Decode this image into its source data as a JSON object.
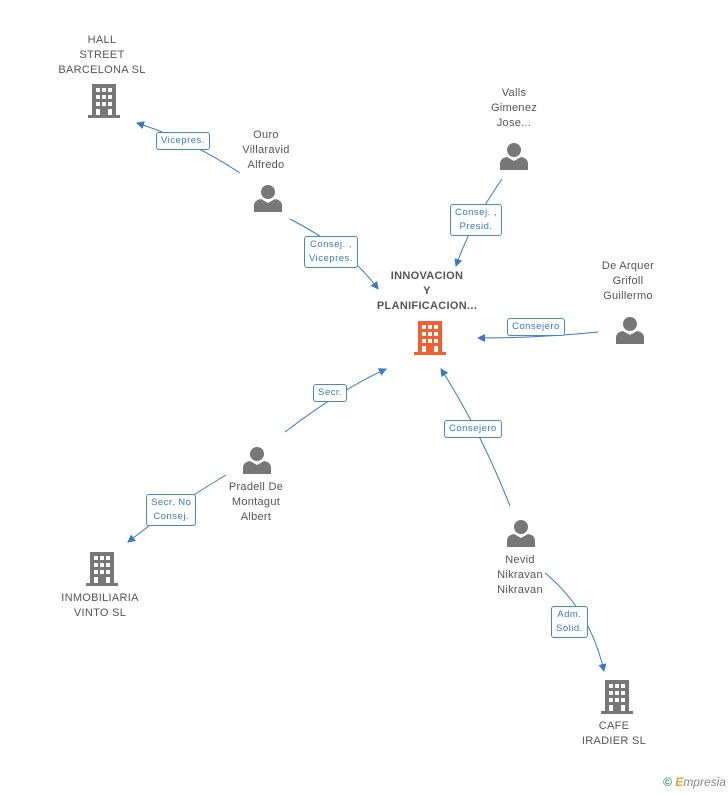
{
  "colors": {
    "edge": "#3a78c2",
    "person": "#777777",
    "company": "#777777",
    "center": "#f06030"
  },
  "nodes": {
    "hall_street": {
      "label": "HALL\nSTREET\nBARCELONA SL",
      "icon": "building-icon"
    },
    "ouro": {
      "label": "Ouro\nVillaravid\nAlfredo",
      "icon": "person-icon"
    },
    "valls": {
      "label": "Valls\nGimenez\nJose...",
      "icon": "person-icon"
    },
    "center": {
      "label": "INNOVACION\nY\nPLANIFICACION...",
      "icon": "building-icon"
    },
    "de_arquer": {
      "label": "De Arquer\nGrifoll\nGuillermo",
      "icon": "person-icon"
    },
    "pradell": {
      "label": "Pradell De\nMontagut\nAlbert",
      "icon": "person-icon"
    },
    "inmobiliaria": {
      "label": "INMOBILIARIA\nVINTO SL",
      "icon": "building-icon"
    },
    "nevid": {
      "label": "Nevid\nNikravan\nNikravan",
      "icon": "person-icon"
    },
    "cafe": {
      "label": "CAFE\nIRADIER SL",
      "icon": "building-icon"
    }
  },
  "edges": {
    "ouro_hall": "Vicepres.",
    "ouro_center": "Consej. ,\nVicepres.",
    "valls_center": "Consej. ,\nPresid.",
    "dearquer_center": "Consejero",
    "pradell_center": "Secr.",
    "pradell_inmob": "Secr.  No\nConsej.",
    "nevid_center": "Consejero",
    "nevid_cafe": "Adm.\nSolid."
  },
  "footer": {
    "copyright": "©",
    "brand_first": "E",
    "brand_rest": "mpresia"
  }
}
